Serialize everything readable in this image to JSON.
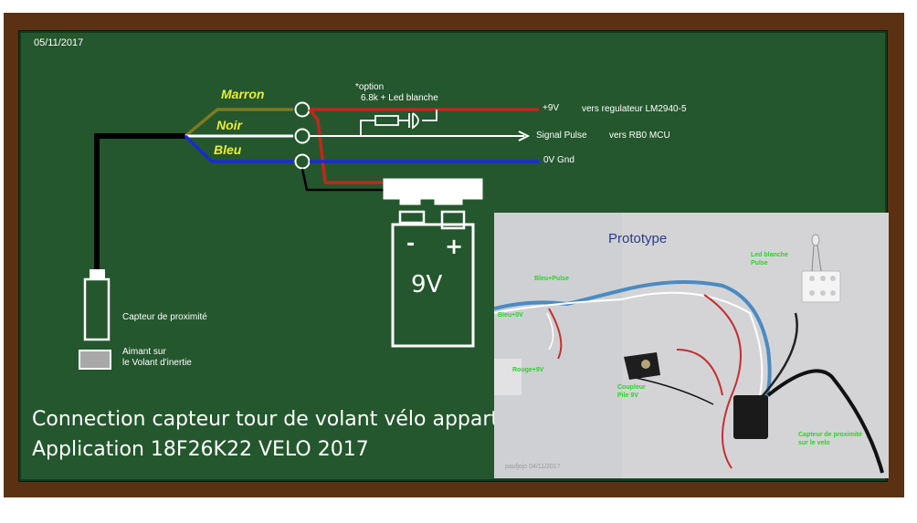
{
  "date": "05/11/2017",
  "wires": {
    "marron": "Marron",
    "noir": "Noir",
    "bleu": "Bleu"
  },
  "option": {
    "line1": "*option",
    "line2": "6.8k  + Led blanche"
  },
  "outputs": {
    "plus9v": "+9V",
    "plus9v_dest": "vers regulateur LM2940-5",
    "signal": "Signal Pulse",
    "signal_dest": "vers RB0 MCU",
    "gnd": "0V Gnd"
  },
  "battery": {
    "minus": "-",
    "plus": "+",
    "voltage": "9V"
  },
  "sensor_label": "Capteur de proximité",
  "magnet_label": {
    "line1": "Aimant sur",
    "line2": "le Volant d'inertie"
  },
  "title": {
    "line1": "Connection capteur tour de volant vélo appart",
    "line2": "Application 18F26K22 VELO 2017"
  },
  "photo": {
    "heading": "Prototype",
    "labels": {
      "signal": "Bleu+Pulse",
      "blue": "Bleu+0V",
      "red": "Rouge+9V",
      "battery": {
        "line1": "Coupleur",
        "line2": "Pile 9V"
      },
      "led": {
        "line1": "Led blanche",
        "line2": "Pulse"
      },
      "sensor": {
        "line1": "Capteur de proximité",
        "line2": "sur le velo"
      }
    },
    "credit": "pauljojo 04/11/2017"
  },
  "colors": {
    "board": "#24572d",
    "frame": "#5a3113",
    "wire_marron": "#7d7a20",
    "wire_red": "#c0271c",
    "wire_blue": "#1a2bd4",
    "wire_black": "#000000",
    "label_yellow": "#e8ee36",
    "photo_label": "#27d427"
  }
}
